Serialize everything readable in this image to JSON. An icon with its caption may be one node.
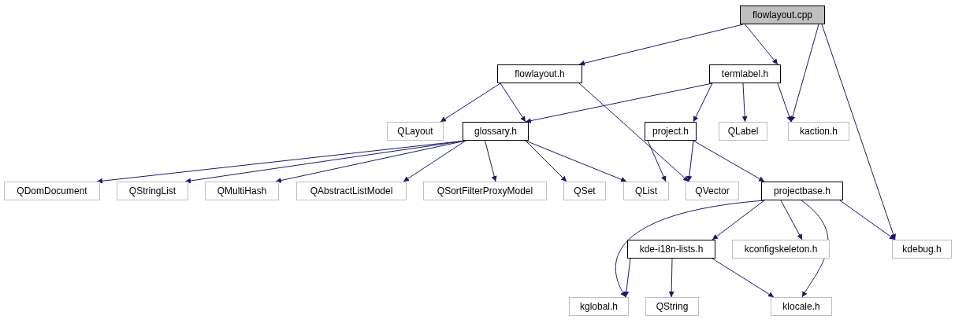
{
  "diagram": {
    "nodes": [
      {
        "text": [
          "flowlayout.cpp"
        ]
      },
      {
        "text": [
          "flowlayout.h"
        ]
      },
      {
        "text": [
          "termlabel.h"
        ]
      },
      {
        "text": [
          "QLayout"
        ]
      },
      {
        "text": [
          "glossary.h"
        ]
      },
      {
        "text": [
          "project.h"
        ]
      },
      {
        "text": [
          "QLabel"
        ]
      },
      {
        "text": [
          "kaction.h"
        ]
      },
      {
        "text": [
          "QDomDocument"
        ]
      },
      {
        "text": [
          "QStringList"
        ]
      },
      {
        "text": [
          "QMultiHash"
        ]
      },
      {
        "text": [
          "QAbstractListModel"
        ]
      },
      {
        "text": [
          "QSortFilterProxyModel"
        ]
      },
      {
        "text": [
          "QSet"
        ]
      },
      {
        "text": [
          "QList"
        ]
      },
      {
        "text": [
          "QVector"
        ]
      },
      {
        "text": [
          "projectbase.h"
        ]
      },
      {
        "text": [
          "kdebug.h"
        ]
      },
      {
        "text": [
          "kde-i18n-lists.h"
        ]
      },
      {
        "text": [
          "kconfigskeleton.h"
        ]
      },
      {
        "text": [
          "kglobal.h"
        ]
      },
      {
        "text": [
          "QString"
        ]
      },
      {
        "text": [
          "klocale.h"
        ]
      }
    ],
    "edges": [
      {
        "from": 0,
        "to": 1,
        "arrow": "to"
      },
      {
        "from": 0,
        "to": 2,
        "arrow": "to"
      },
      {
        "from": 0,
        "to": 7,
        "arrow": "to"
      },
      {
        "from": 0,
        "to": 17,
        "arrow": "to"
      },
      {
        "from": 1,
        "to": 3,
        "arrow": "to"
      },
      {
        "from": 1,
        "to": 4,
        "arrow": "to"
      },
      {
        "from": 1,
        "to": 15,
        "arrow": "to"
      },
      {
        "from": 2,
        "to": 4,
        "arrow": "to"
      },
      {
        "from": 2,
        "to": 5,
        "arrow": "to"
      },
      {
        "from": 2,
        "to": 6,
        "arrow": "to"
      },
      {
        "from": 2,
        "to": 7,
        "arrow": "to"
      },
      {
        "from": 4,
        "to": 8,
        "arrow": "to"
      },
      {
        "from": 4,
        "to": 9,
        "arrow": "to"
      },
      {
        "from": 4,
        "to": 10,
        "arrow": "to"
      },
      {
        "from": 4,
        "to": 11,
        "arrow": "to"
      },
      {
        "from": 4,
        "to": 12,
        "arrow": "to"
      },
      {
        "from": 4,
        "to": 13,
        "arrow": "to"
      },
      {
        "from": 4,
        "to": 14,
        "arrow": "to"
      },
      {
        "from": 5,
        "to": 14,
        "arrow": "to"
      },
      {
        "from": 5,
        "to": 15,
        "arrow": "to"
      },
      {
        "from": 5,
        "to": 16,
        "arrow": "to"
      },
      {
        "from": 16,
        "to": 18,
        "arrow": "to"
      },
      {
        "from": 16,
        "to": 19,
        "arrow": "to"
      },
      {
        "from": 16,
        "to": 17,
        "arrow": "to"
      },
      {
        "from": 16,
        "to": 20,
        "arrow": "to"
      },
      {
        "from": 16,
        "to": 22,
        "arrow": "to"
      },
      {
        "from": 18,
        "to": 20,
        "arrow": "to"
      },
      {
        "from": 18,
        "to": 21,
        "arrow": "to"
      },
      {
        "from": 18,
        "to": 22,
        "arrow": "to"
      }
    ]
  }
}
